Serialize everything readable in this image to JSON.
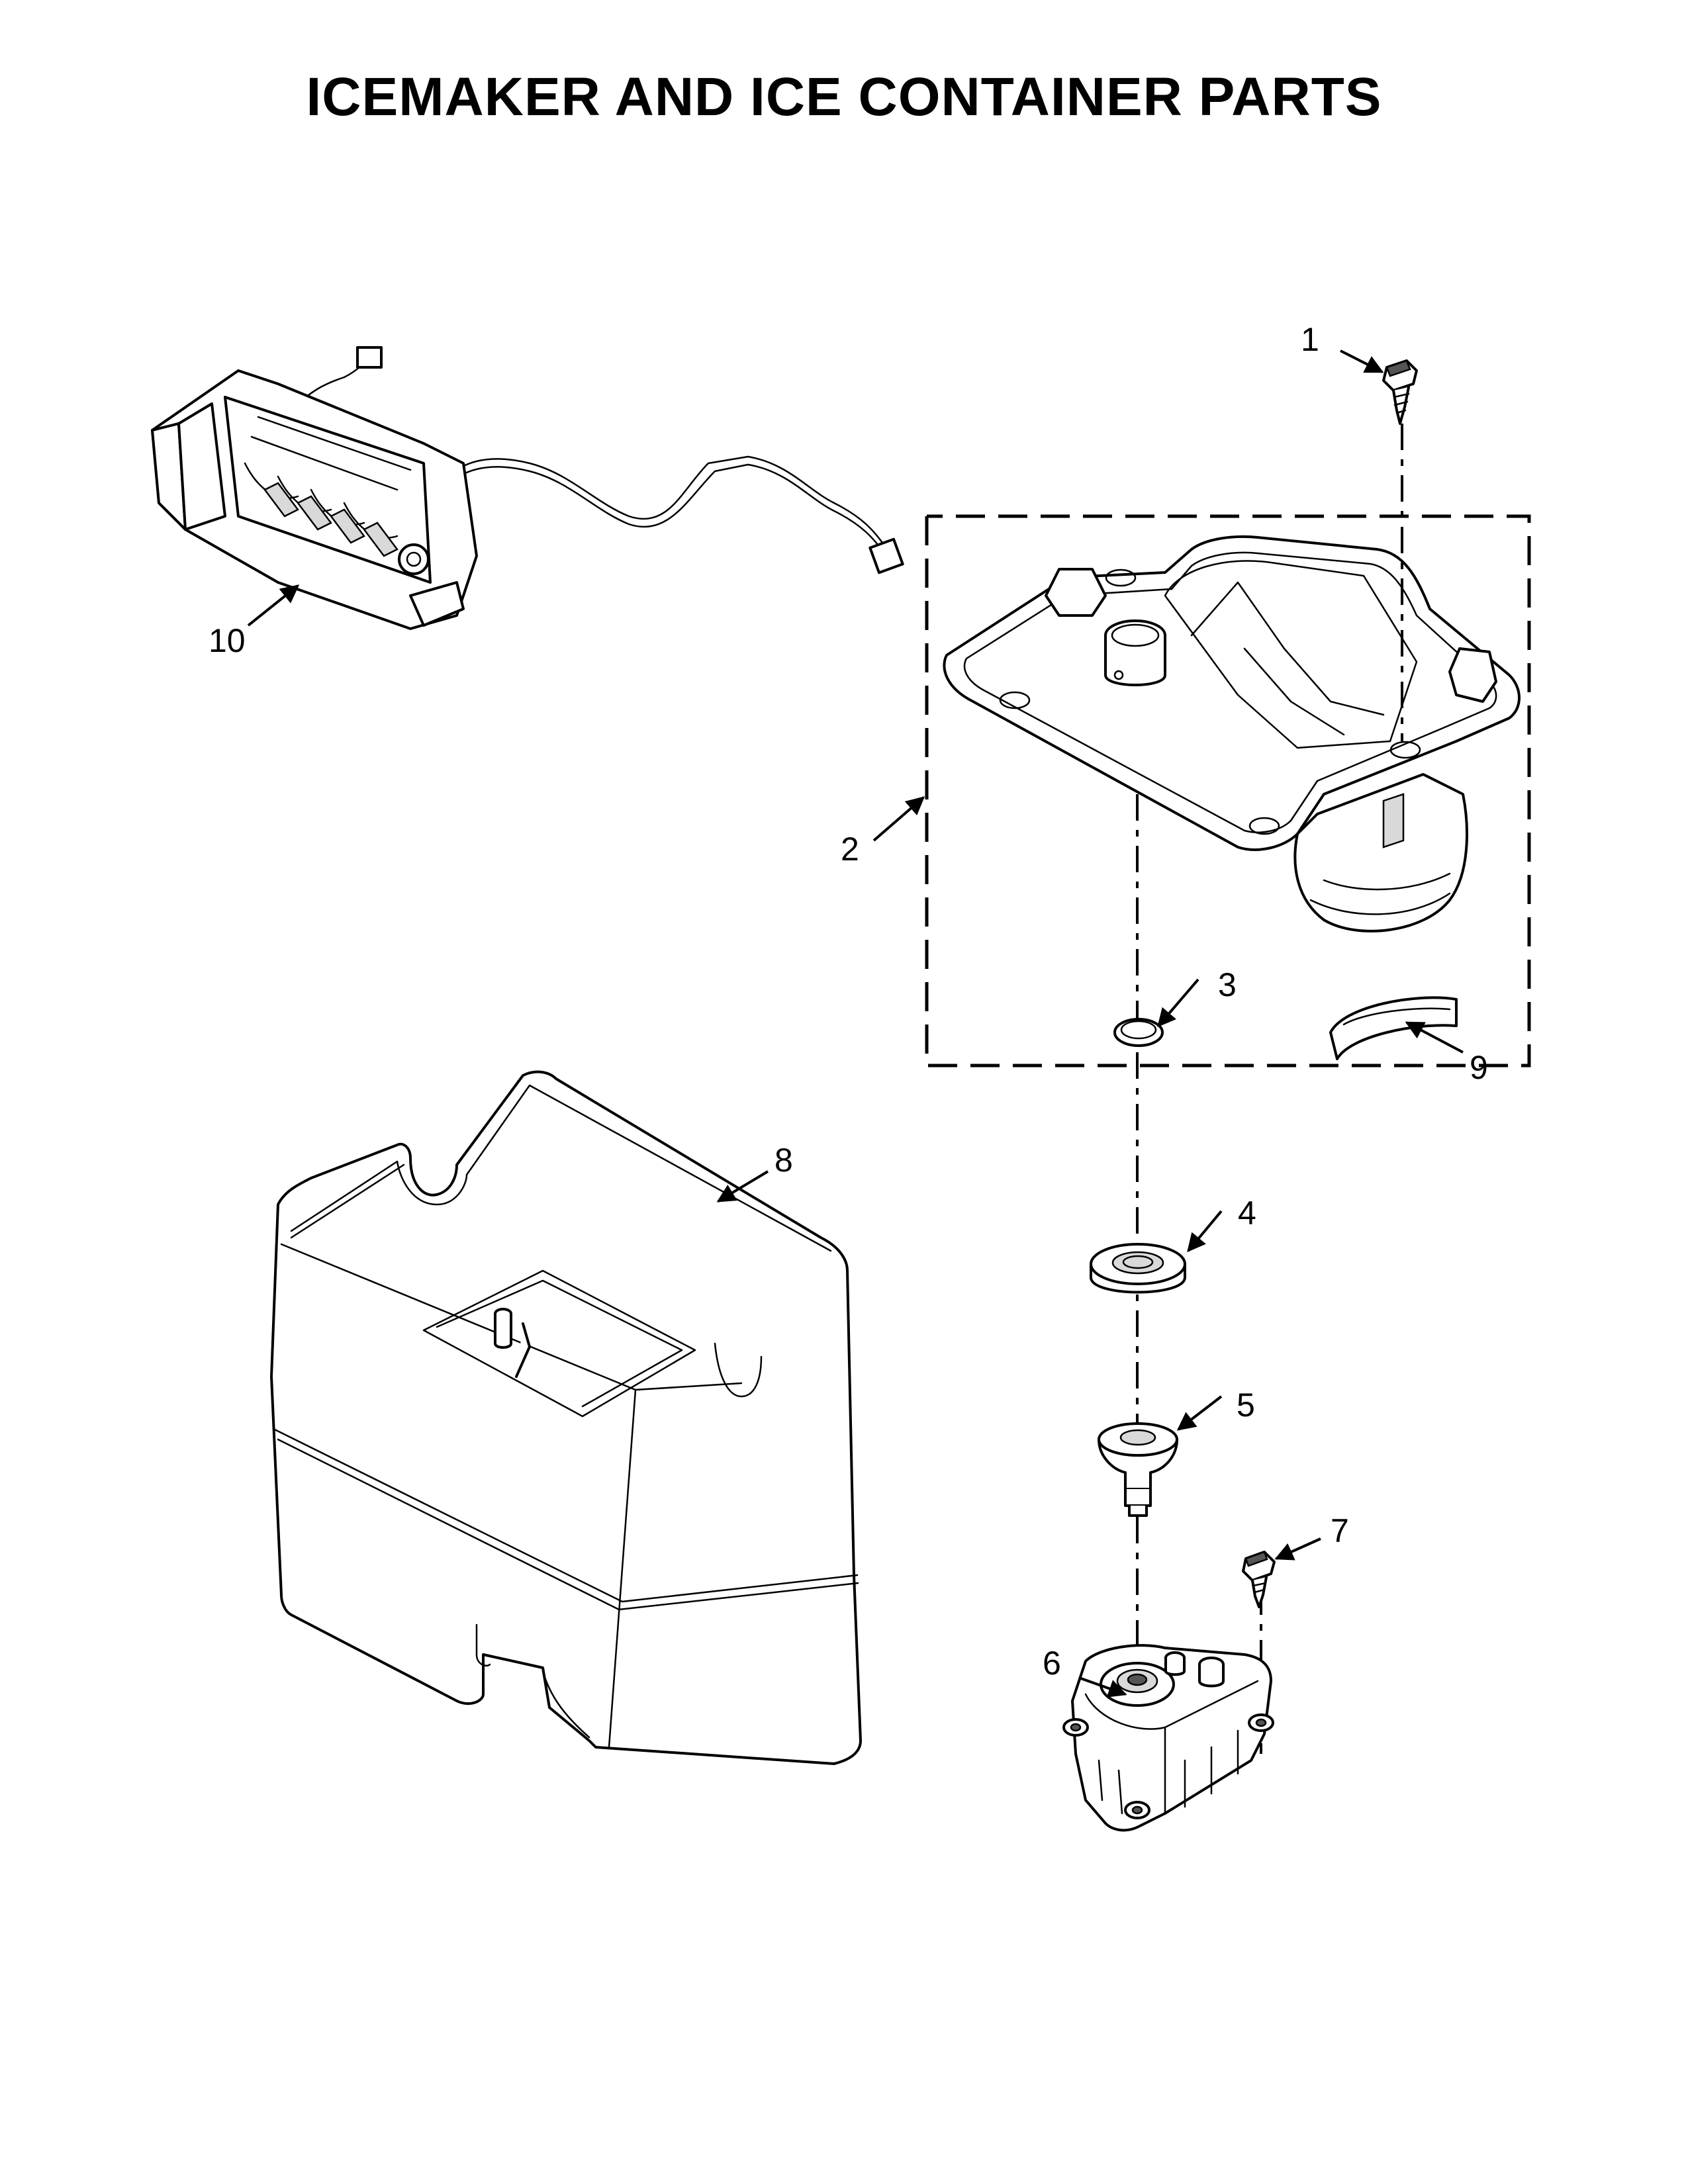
{
  "title": "ICEMAKER AND ICE CONTAINER PARTS",
  "callouts": [
    "1",
    "2",
    "3",
    "4",
    "5",
    "6",
    "7",
    "8",
    "9",
    "10"
  ],
  "parts": [
    {
      "callout": "1",
      "icon": "screw-icon"
    },
    {
      "callout": "2",
      "icon": "housing-assembly-icon"
    },
    {
      "callout": "3",
      "icon": "ring-icon"
    },
    {
      "callout": "4",
      "icon": "bearing-icon"
    },
    {
      "callout": "5",
      "icon": "coupler-icon"
    },
    {
      "callout": "6",
      "icon": "auger-motor-icon"
    },
    {
      "callout": "7",
      "icon": "screw-icon"
    },
    {
      "callout": "8",
      "icon": "ice-bucket-icon"
    },
    {
      "callout": "9",
      "icon": "gasket-strip-icon"
    },
    {
      "callout": "10",
      "icon": "icemaker-icon"
    }
  ]
}
